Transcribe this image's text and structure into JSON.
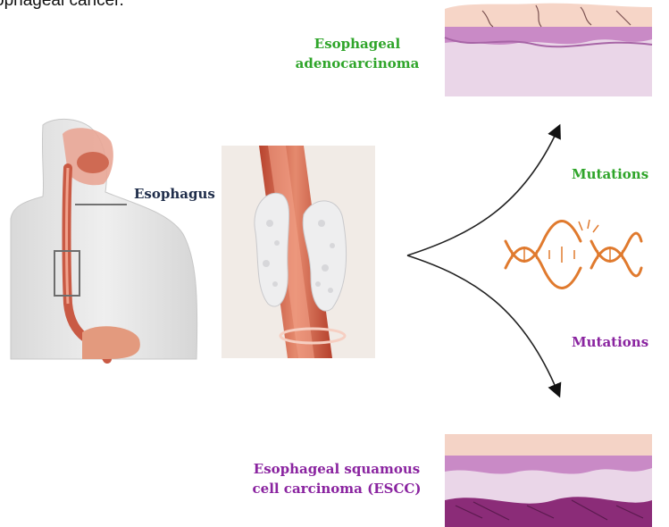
{
  "caption": "ophageal cancer.",
  "labels": {
    "adenocarcinoma_line1": "Esophageal",
    "adenocarcinoma_line2": "adenocarcinoma",
    "esophagus": "Esophagus",
    "mutations_top": "Mutations",
    "mutations_bottom": "Mutations",
    "escc_line1": "Esophageal squamous",
    "escc_line2": "cell carcinoma (ESCC)"
  },
  "colors": {
    "green_label": "#2fa52a",
    "purple_label": "#8a24a0",
    "navy_label": "#1f2d4a",
    "dna": "#e07a2e"
  }
}
